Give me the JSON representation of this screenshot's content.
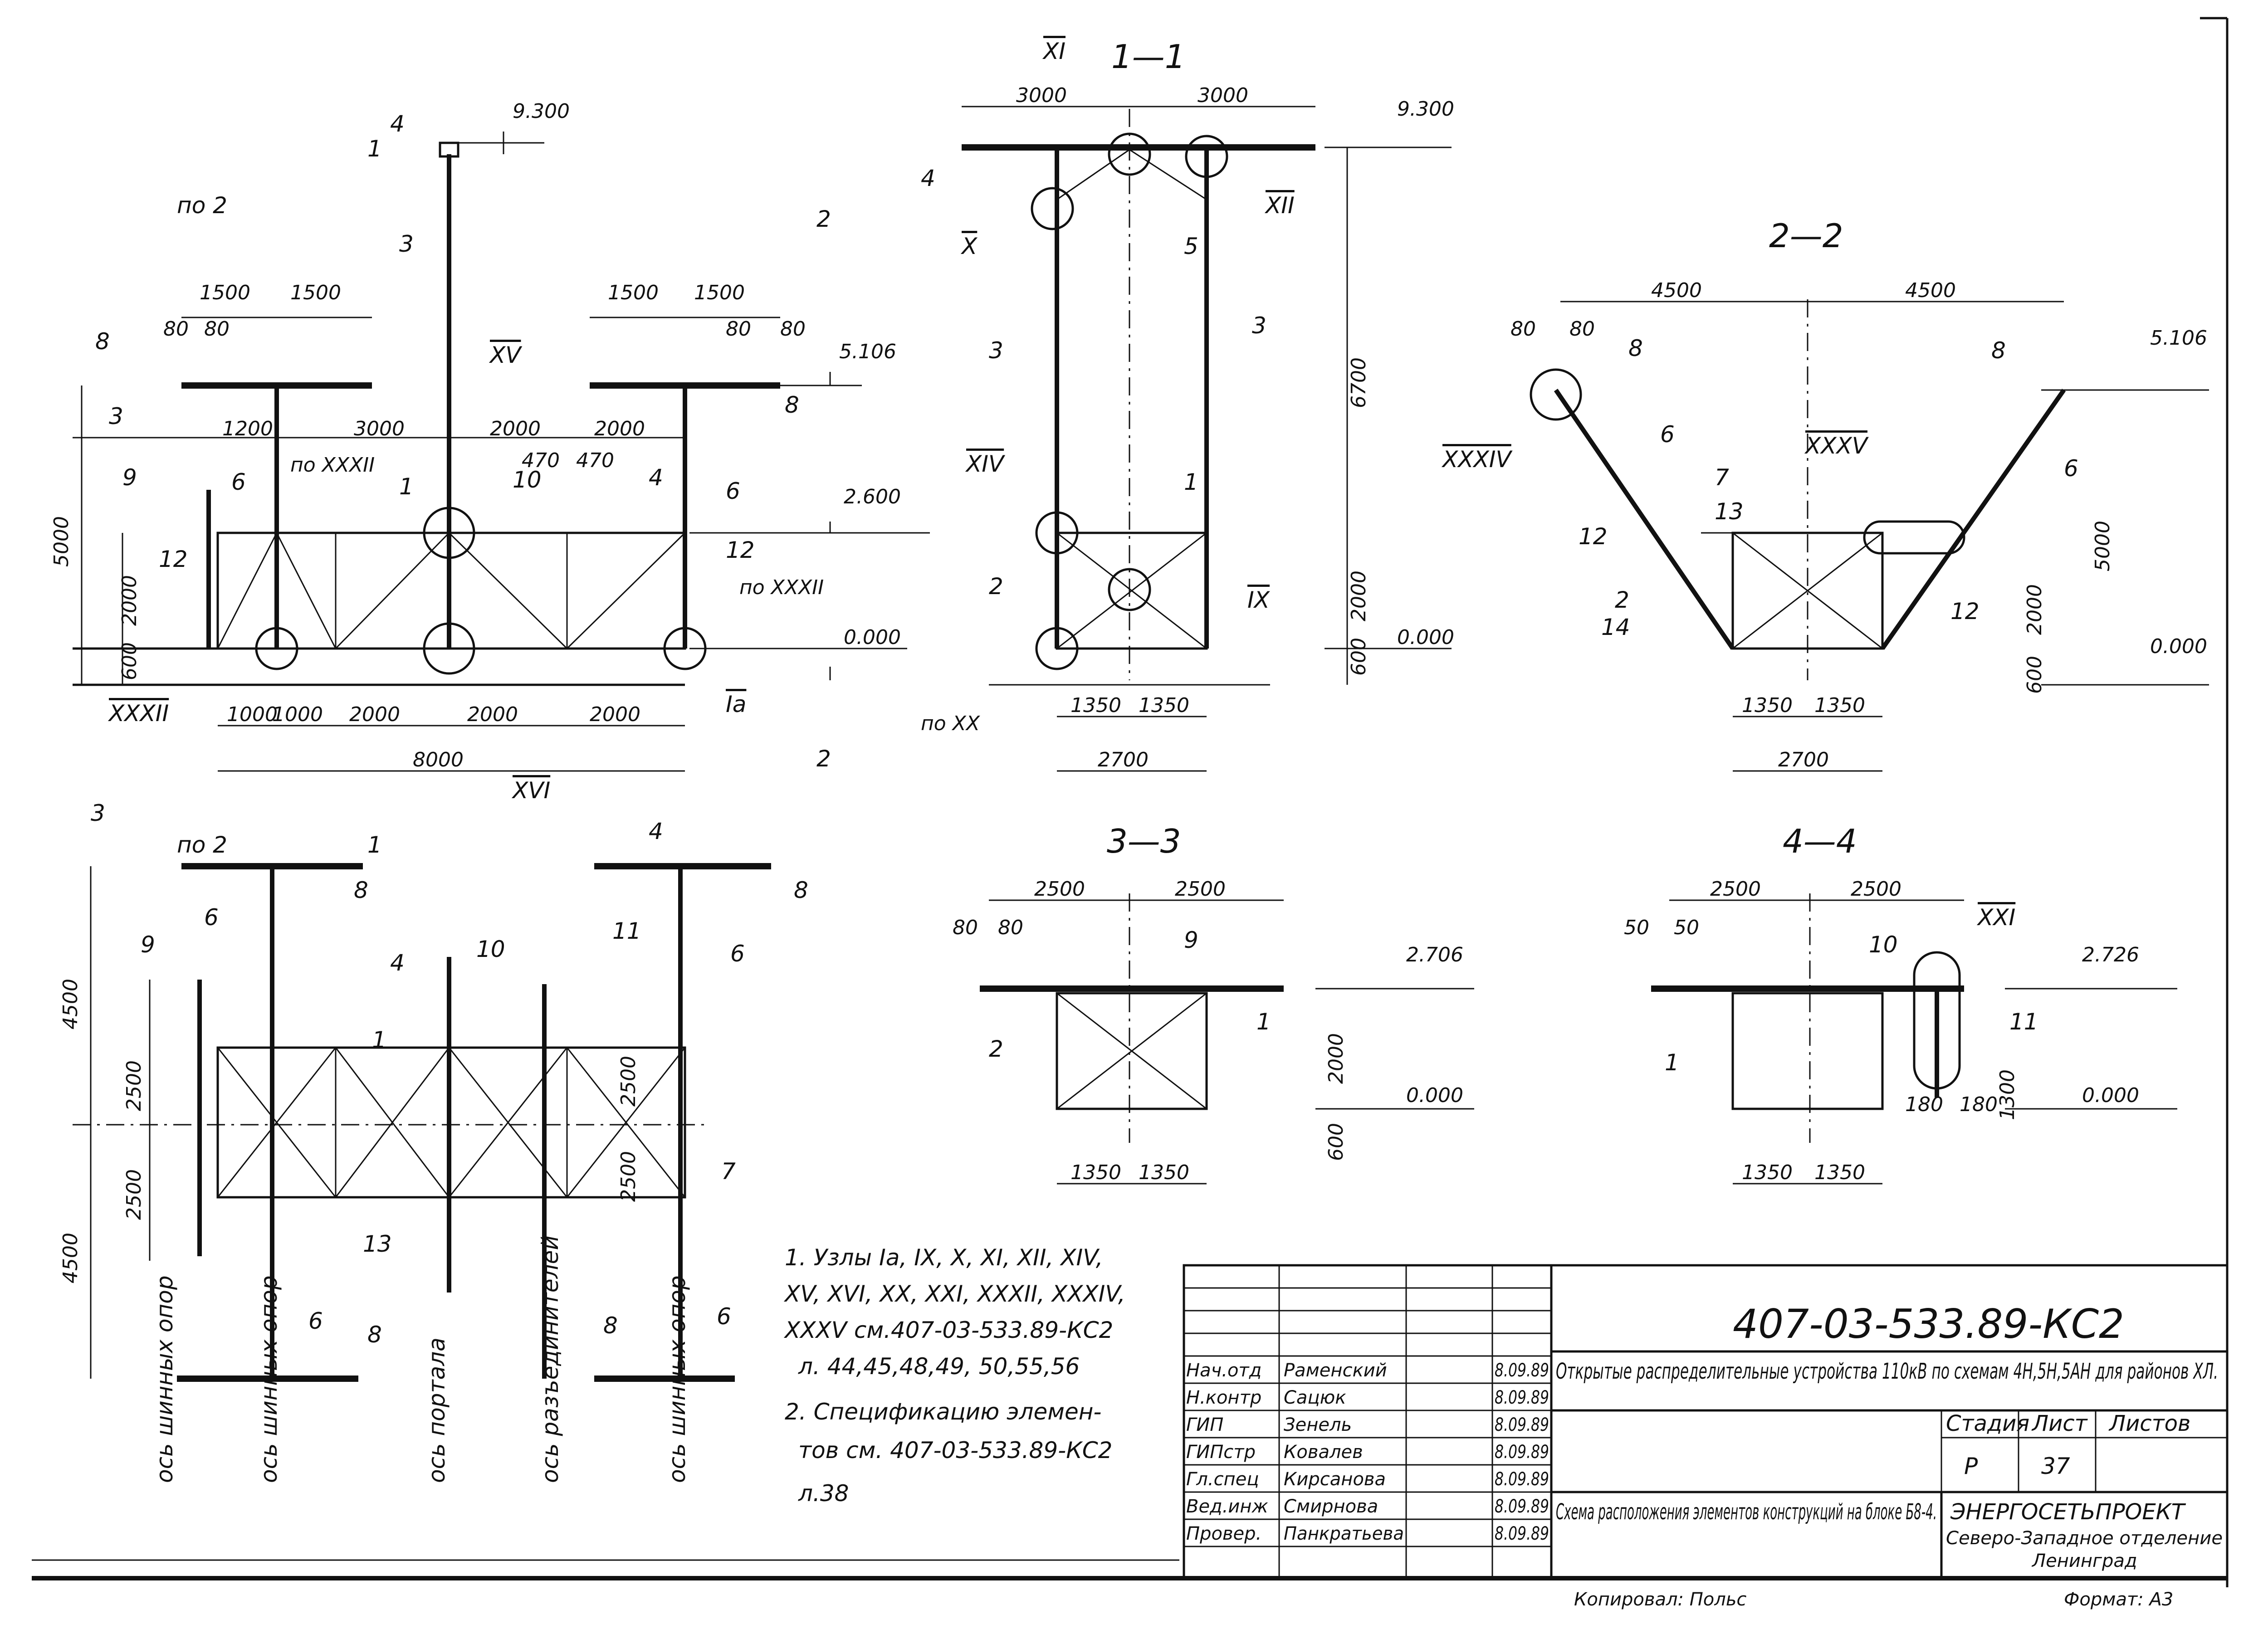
{
  "title_block": {
    "code": "407-03-533.89-КС2",
    "project_title": "Открытые распределительные устройства 110кВ по схемам 4Н,5Н,5АН для районов ХЛ.",
    "sheet_title": "Схема расположения элементов конструкций на блоке Б8-4.",
    "stage_label": "Стадия",
    "sheet_label": "Лист",
    "sheets_label": "Листов",
    "stage": "Р",
    "sheet": "37",
    "organization": "ЭНЕРГОСЕТЬПРОЕКТ",
    "department": "Северо-Западное отделение",
    "city": "Ленинград",
    "copied_by": "Копировал: Польс",
    "format": "Формат: А3",
    "staff": [
      {
        "role": "Нач.отд",
        "name": "Раменский",
        "date": "8.09.89"
      },
      {
        "role": "Н.контр",
        "name": "Сацюк",
        "date": "8.09.89"
      },
      {
        "role": "ГИП",
        "name": "Зенель",
        "date": "8.09.89"
      },
      {
        "role": "ГИПстр",
        "name": "Ковалев",
        "date": "8.09.89"
      },
      {
        "role": "Гл.спец",
        "name": "Кирсанова",
        "date": "8.09.89"
      },
      {
        "role": "Вед.инж",
        "name": "Смирнова",
        "date": "8.09.89"
      },
      {
        "role": "Провер.",
        "name": "Панкратьева",
        "date": "8.09.89"
      }
    ]
  },
  "notes": {
    "n1_line1": "1. Узлы Iа, IX, X, XI, XII, XIV,",
    "n1_line2": "XV, XVI, XX, XXI, XXXII, XXXIV,",
    "n1_line3": "XXXV см.407-03-533.89-КС2",
    "n1_line4": "л. 44,45,48,49, 50,55,56",
    "n2_line1": "2. Спецификацию элемен-",
    "n2_line2": "тов см. 407-03-533.89-КС2",
    "n2_line3": "л.38"
  },
  "sections": {
    "s11": "1—1",
    "s22": "2—2",
    "s33": "3—3",
    "s44": "4—4"
  },
  "axes": {
    "a1": "ось шинных опор",
    "a2": "ось шинных опор",
    "a3": "ось портала",
    "a4": "ось разъединителей",
    "a5": "ось шинных опор"
  },
  "elevations": {
    "e9300": "9.300",
    "e5106": "5.106",
    "e2600": "2.600",
    "e0000": "0.000",
    "e2706": "2.706",
    "e2726": "2.726"
  },
  "dims": {
    "d3000": "3000",
    "d1500": "1500",
    "d80": "80",
    "d50": "50",
    "d1200": "1200",
    "d2000": "2000",
    "d470": "470",
    "d5000": "5000",
    "d600": "600",
    "d1000": "1000",
    "d8000": "8000",
    "d6700": "6700",
    "d1350": "1350",
    "d2700": "2700",
    "d4500": "4500",
    "d2500": "2500",
    "d180": "180",
    "d1300": "1300"
  },
  "marks": {
    "m1": "1",
    "m2": "2",
    "m3": "3",
    "m4": "4",
    "m5": "5",
    "m6": "6",
    "m7": "7",
    "m8": "8",
    "m9": "9",
    "m10": "10",
    "m11": "11",
    "m12": "12",
    "m13": "13",
    "m14": "14"
  },
  "nodes": {
    "Ia": "Iа",
    "IX": "IX",
    "X": "X",
    "XI": "XI",
    "XII": "XII",
    "XIV": "XIV",
    "XV": "XV",
    "XVI": "XVI",
    "XX": "XX",
    "XXI": "XXI",
    "XXXII": "XXXII",
    "XXXIV": "XXXIV",
    "XXXV": "XXXV",
    "po2": "по 2",
    "poXXXII": "по XXXII",
    "poXX": "по XX"
  }
}
